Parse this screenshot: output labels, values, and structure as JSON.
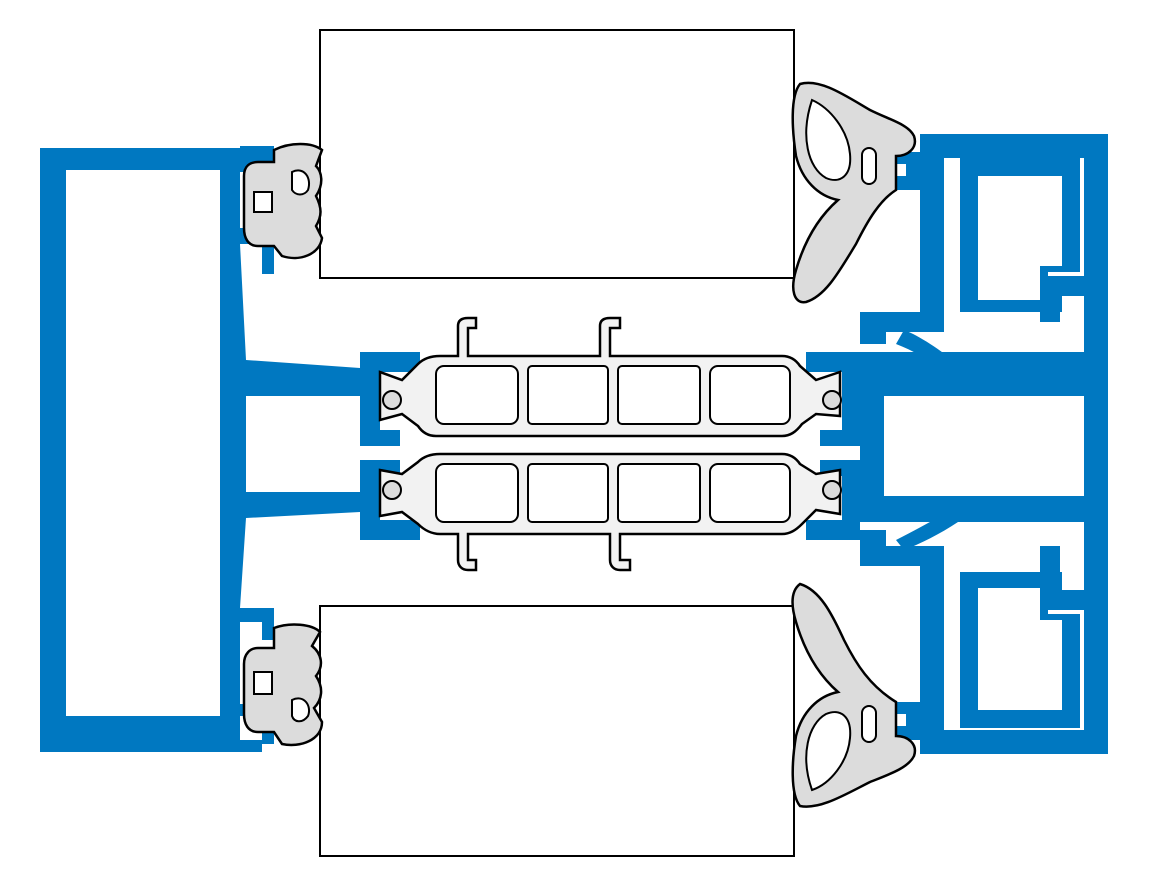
{
  "diagram": {
    "type": "technical-cross-section",
    "labels": [],
    "components": [
      {
        "name": "left-frame-profile",
        "material": "aluminium"
      },
      {
        "name": "right-sash-profile",
        "material": "aluminium"
      },
      {
        "name": "glass-pane-top",
        "material": "glazing"
      },
      {
        "name": "glass-pane-bottom",
        "material": "glazing"
      },
      {
        "name": "thermal-break-upper",
        "material": "polyamide"
      },
      {
        "name": "thermal-break-lower",
        "material": "polyamide"
      },
      {
        "name": "glazing-gasket-left-top",
        "material": "epdm"
      },
      {
        "name": "glazing-gasket-left-bottom",
        "material": "epdm"
      },
      {
        "name": "wedge-gasket-right-top",
        "material": "epdm"
      },
      {
        "name": "wedge-gasket-right-bottom",
        "material": "epdm"
      }
    ]
  },
  "colors": {
    "aluminium": "#0078c1",
    "gasket": "#dcdcdc",
    "thermal_break": "#f2f2f2",
    "glass": "#ffffff",
    "outline": "#000000"
  }
}
